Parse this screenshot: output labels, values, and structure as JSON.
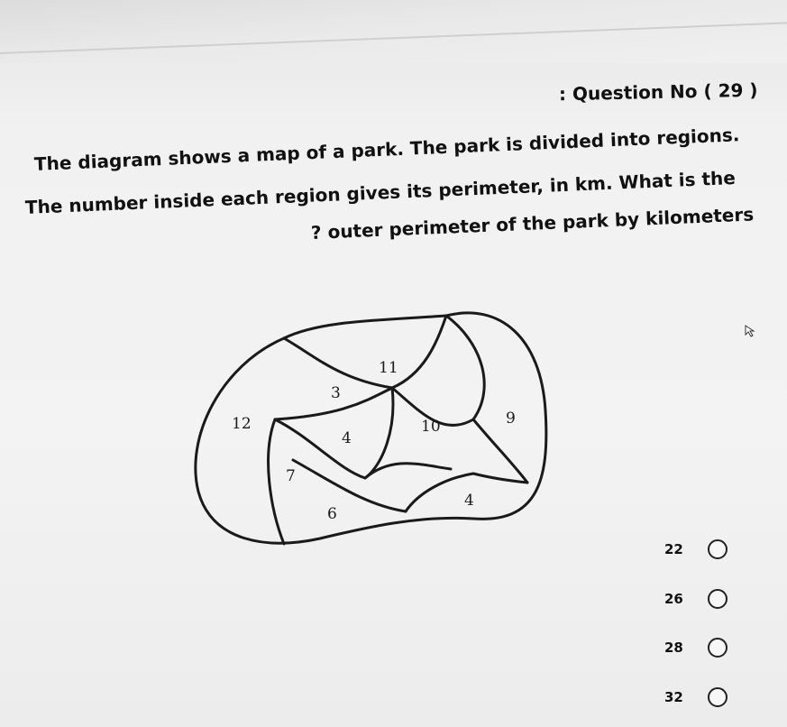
{
  "question": {
    "number_label": ": Question No  ( 29 )",
    "text_line1": "The diagram shows a map of a park. The park is divided into regions.",
    "text_line2": "The number inside each region gives its perimeter, in km. What is the",
    "text_line3": "? outer perimeter of the park by kilometers"
  },
  "diagram": {
    "region_labels": {
      "r11": "11",
      "r3": "3",
      "r12": "12",
      "r4a": "4",
      "r10": "10",
      "r9": "9",
      "r7": "7",
      "r6": "6",
      "r4b": "4"
    }
  },
  "options": [
    {
      "label": "22"
    },
    {
      "label": "26"
    },
    {
      "label": "28"
    },
    {
      "label": "32"
    }
  ],
  "icons": {
    "cursor": "mouse-cursor-icon",
    "radio": "radio-button"
  }
}
